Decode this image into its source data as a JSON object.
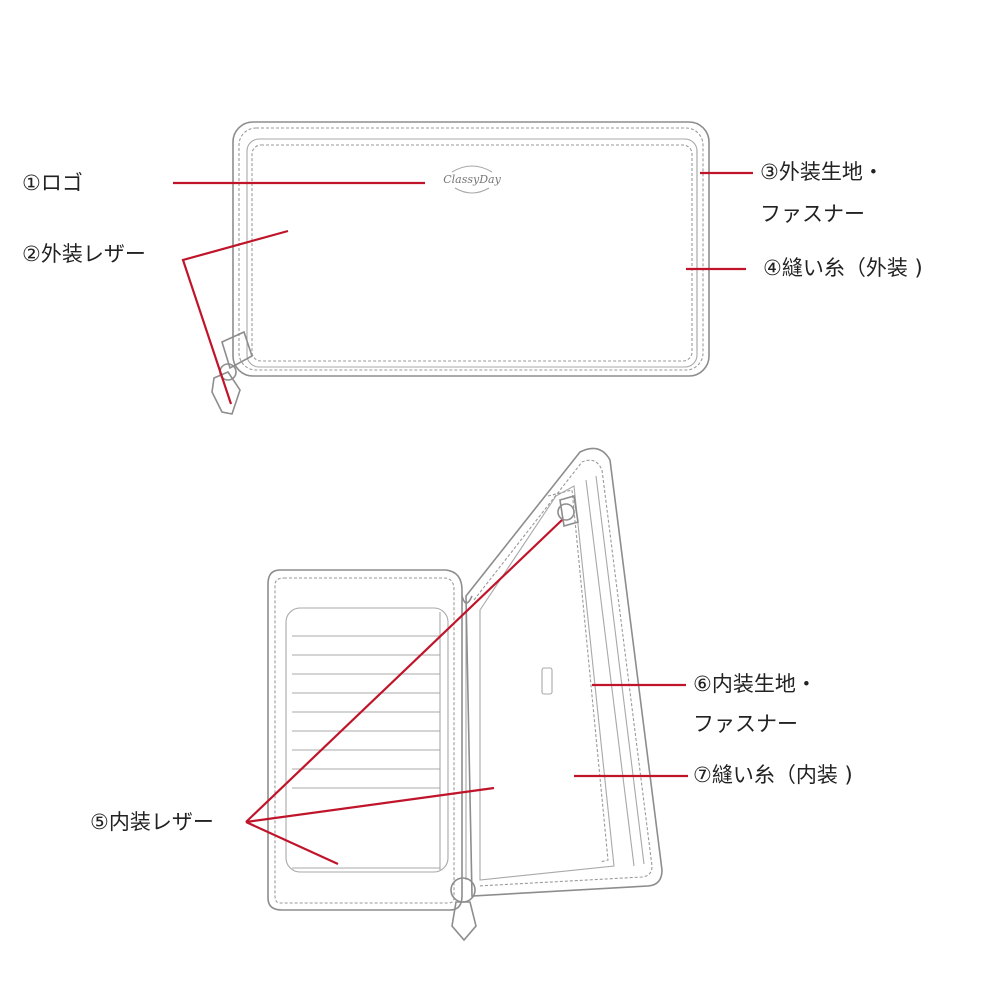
{
  "labels": {
    "logo": "①ロゴ",
    "outer_leather": "②外装レザー",
    "outer_fabric_1": "③外装生地・",
    "outer_fabric_2": "ファスナー",
    "outer_thread": "④縫い糸（外装 )",
    "inner_leather": "⑤内装レザー",
    "inner_fabric_1": "⑥内装生地・",
    "inner_fabric_2": "ファスナー",
    "inner_thread": "⑦縫い糸（内装 )"
  },
  "logo_mark": "ClassyDay",
  "colors": {
    "leader": "#c0142a",
    "sketch": "#8d8d8d",
    "text": "#222222"
  }
}
